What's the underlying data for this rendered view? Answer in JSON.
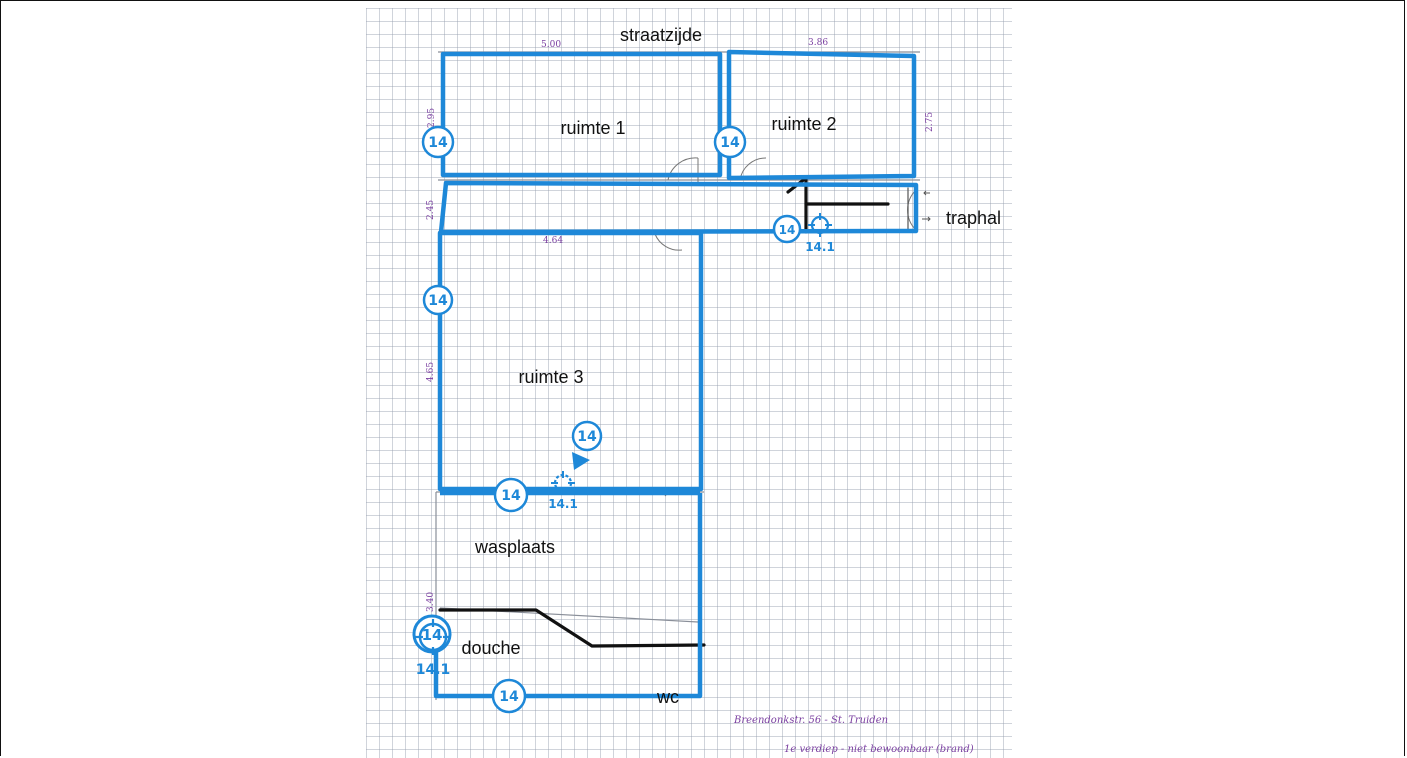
{
  "plan": {
    "street_label": "straatzijde",
    "rooms": {
      "ruimte1": "ruimte 1",
      "ruimte2": "ruimte 2",
      "traphal": "traphal",
      "ruimte3": "ruimte 3",
      "wasplaats": "wasplaats",
      "douche": "douche",
      "wc": "wc"
    },
    "dimensions": {
      "top_left": "5.00",
      "top_right": "3.86",
      "ruimte1_height": "2.95",
      "ruimte2_height": "2.75",
      "hall_height": "2.45",
      "ruimte3_width": "4.64",
      "ruimte3_height": "4.65",
      "wasplaats_height": "3.40"
    },
    "markers": {
      "badge_label": "14",
      "target_label": "14.1"
    },
    "notes": {
      "address": "Breendonkstr. 56 - St. Truiden",
      "floor": "1e verdiep - niet bewoonbaar (brand)"
    },
    "colors": {
      "outline": "#1e88d8",
      "ink": "#111111",
      "pencil": "#7a3fa0"
    }
  }
}
